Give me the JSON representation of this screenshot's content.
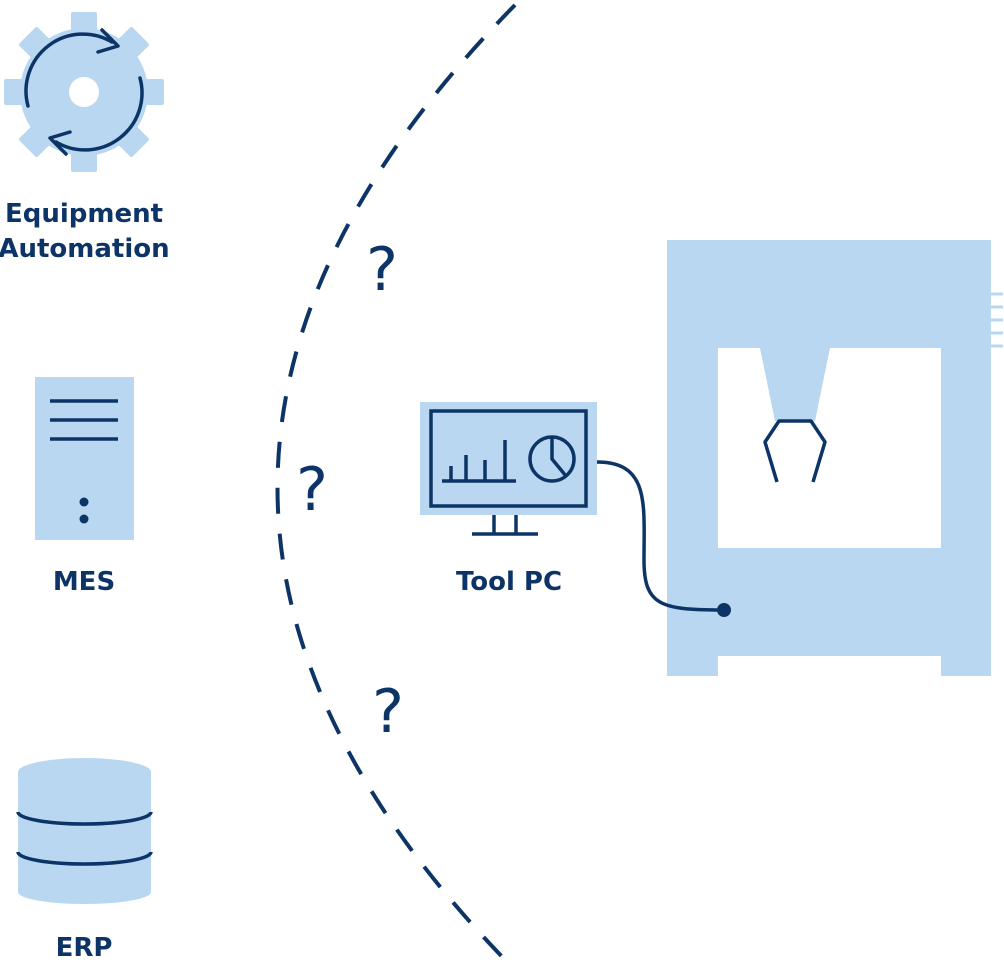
{
  "labels": {
    "equipment_line1": "Equipment",
    "equipment_line2": "Automation",
    "mes": "MES",
    "erp": "ERP",
    "tool_pc": "Tool PC"
  },
  "question_marks": [
    "?",
    "?",
    "?"
  ],
  "colors": {
    "light_blue": "#b9d7f0",
    "dark_blue": "#0d3466",
    "background": "#ffffff"
  },
  "icons": {
    "equipment": "gear-cycle-icon",
    "mes": "server-icon",
    "erp": "database-icon",
    "tool_pc": "monitor-chart-icon",
    "machine": "robot-gripper-machine-icon"
  }
}
